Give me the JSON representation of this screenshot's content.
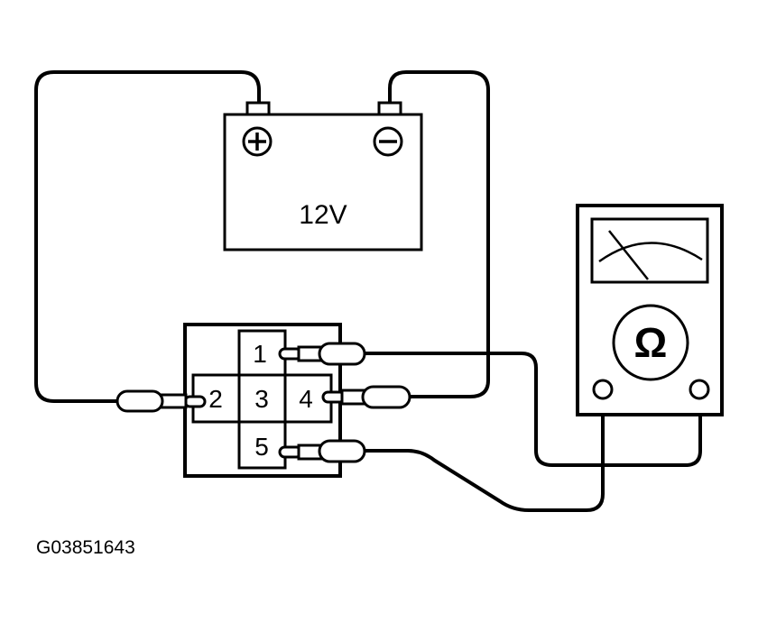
{
  "battery": {
    "voltage_label": "12V",
    "positive_symbol": "+",
    "negative_symbol": "−"
  },
  "connector": {
    "pins": [
      "1",
      "2",
      "3",
      "4",
      "5"
    ]
  },
  "meter": {
    "symbol": "Ω"
  },
  "figure_code": "G03851643",
  "colors": {
    "ink": "#000000",
    "paper": "#ffffff"
  },
  "icons": [
    "plus-icon",
    "minus-icon",
    "ohm-icon",
    "meter-needle-icon"
  ]
}
